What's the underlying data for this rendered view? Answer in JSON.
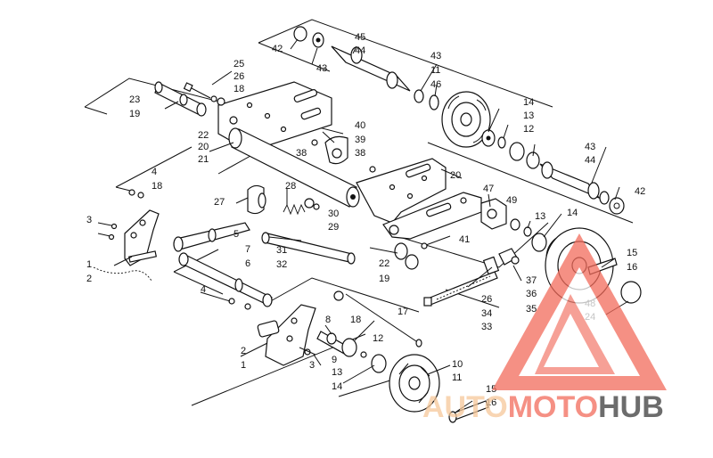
{
  "callouts": [
    {
      "t": "42"
    },
    {
      "t": "45"
    },
    {
      "t": "44"
    },
    {
      "t": "43"
    },
    {
      "t": "43"
    },
    {
      "t": "11"
    },
    {
      "t": "46"
    },
    {
      "t": "25"
    },
    {
      "t": "26"
    },
    {
      "t": "18"
    },
    {
      "t": "23"
    },
    {
      "t": "19"
    },
    {
      "t": "40"
    },
    {
      "t": "39"
    },
    {
      "t": "38"
    },
    {
      "t": "38"
    },
    {
      "t": "14"
    },
    {
      "t": "13"
    },
    {
      "t": "12"
    },
    {
      "t": "43"
    },
    {
      "t": "44"
    },
    {
      "t": "42"
    },
    {
      "t": "22"
    },
    {
      "t": "20"
    },
    {
      "t": "21"
    },
    {
      "t": "4"
    },
    {
      "t": "18"
    },
    {
      "t": "27"
    },
    {
      "t": "28"
    },
    {
      "t": "30"
    },
    {
      "t": "29"
    },
    {
      "t": "20"
    },
    {
      "t": "47"
    },
    {
      "t": "49"
    },
    {
      "t": "13"
    },
    {
      "t": "14"
    },
    {
      "t": "3"
    },
    {
      "t": "5"
    },
    {
      "t": "7"
    },
    {
      "t": "6"
    },
    {
      "t": "31"
    },
    {
      "t": "32"
    },
    {
      "t": "41"
    },
    {
      "t": "22"
    },
    {
      "t": "19"
    },
    {
      "t": "15"
    },
    {
      "t": "16"
    },
    {
      "t": "1"
    },
    {
      "t": "2"
    },
    {
      "t": "4"
    },
    {
      "t": "26"
    },
    {
      "t": "37"
    },
    {
      "t": "36"
    },
    {
      "t": "34"
    },
    {
      "t": "35"
    },
    {
      "t": "33"
    },
    {
      "t": "48"
    },
    {
      "t": "24"
    },
    {
      "t": "17"
    },
    {
      "t": "8"
    },
    {
      "t": "18"
    },
    {
      "t": "12"
    },
    {
      "t": "2"
    },
    {
      "t": "1"
    },
    {
      "t": "3"
    },
    {
      "t": "9"
    },
    {
      "t": "13"
    },
    {
      "t": "14"
    },
    {
      "t": "10"
    },
    {
      "t": "11"
    },
    {
      "t": "15"
    },
    {
      "t": "16"
    }
  ],
  "watermark": {
    "text_auto": "AUTO",
    "text_moto": "MOTO",
    "text_hub": "HUB",
    "color_auto": "#f6c89a",
    "color_moto": "#f26b5b",
    "color_hub": "#3c3c3c",
    "triangle_color": "#f26b5b"
  }
}
